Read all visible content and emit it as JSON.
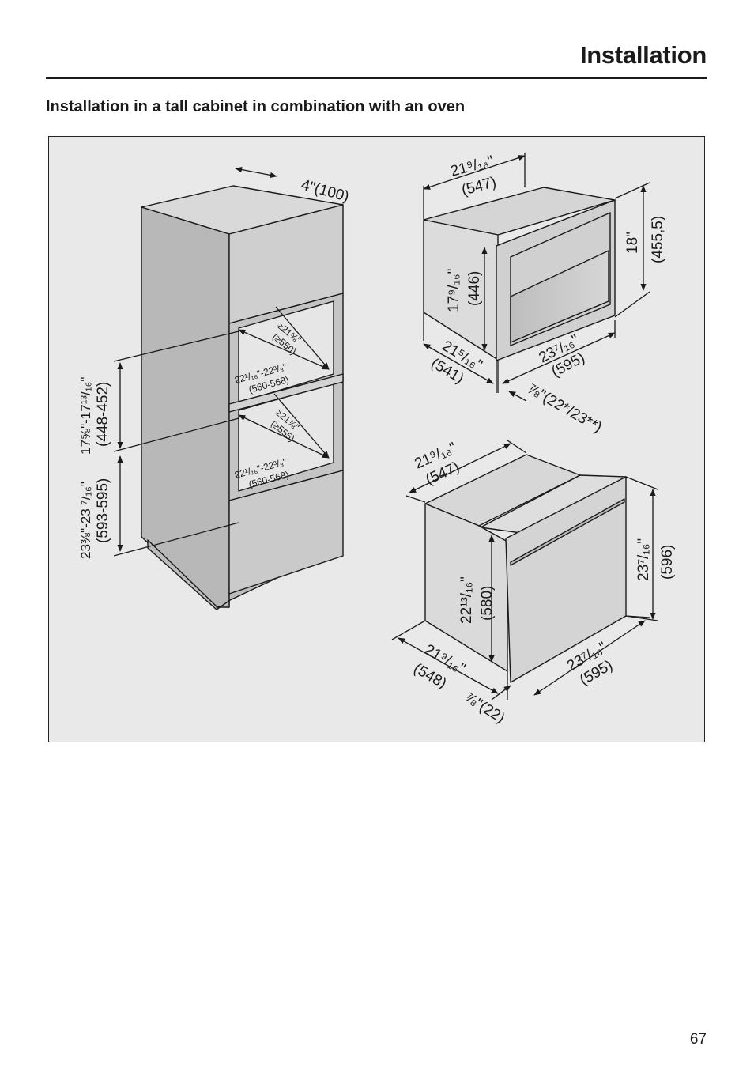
{
  "header": {
    "title": "Installation",
    "section_heading": "Installation in a tall cabinet in combination with an oven"
  },
  "diagram": {
    "cabinet": {
      "top_depth": "4\"(100)",
      "upper_niche_depth": "≥21⅝\"",
      "upper_niche_depth_mm": "(≥550)",
      "upper_niche_width": "22¹/₁₆\"-22³/₈\"",
      "upper_niche_width_mm": "(560-568)",
      "lower_niche_depth": "≥21⅞\"",
      "lower_niche_depth_mm": "(≥555)",
      "lower_niche_width": "22¹/₁₆\"-22³/₈\"",
      "lower_niche_width_mm": "(560-568)",
      "upper_niche_height": "17⅝\"-17¹³/₁₆\"",
      "upper_niche_height_mm": "(448-452)",
      "lower_niche_height": "23⅜\"-23 ⁷/₁₆\"",
      "lower_niche_height_mm": "(593-595)"
    },
    "compact_appliance": {
      "top_depth": "21⁹/₁₆\"",
      "top_depth_mm": "(547)",
      "front_height": "18\"",
      "front_height_mm": "(455,5)",
      "body_height": "17⁹/₁₆\"",
      "body_height_mm": "(446)",
      "side_depth": "21⁵/₁₆\"",
      "side_depth_mm": "(541)",
      "front_width": "23⁷/₁₆\"",
      "front_width_mm": "(595)",
      "front_panel": "⅞\"(22*/23**)"
    },
    "oven": {
      "top_depth": "21⁹/₁₆\"",
      "top_depth_mm": "(547)",
      "front_height": "23⁷/₁₆\"",
      "front_height_mm": "(596)",
      "body_height": "22¹³/₁₆\"",
      "body_height_mm": "(580)",
      "side_depth": "21⁹/₁₆\"",
      "side_depth_mm": "(548)",
      "front_width": "23⁷/₁₆\"",
      "front_width_mm": "(595)",
      "front_panel": "⅞\"(22)"
    }
  },
  "footer": {
    "page_number": "67"
  }
}
